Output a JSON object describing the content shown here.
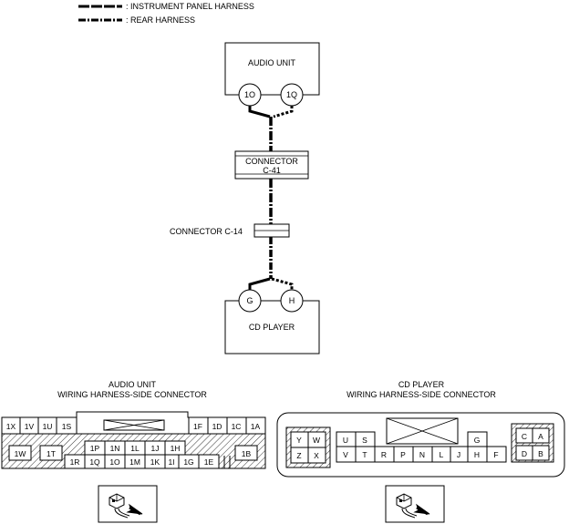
{
  "legend": {
    "instrument_panel": ": INSTRUMENT PANEL HARNESS",
    "rear": ": REAR HARNESS"
  },
  "audio_unit": {
    "label": "AUDIO UNIT",
    "terminal_left": "1O",
    "terminal_right": "1Q"
  },
  "connector_c41": {
    "line1": "CONNECTOR",
    "line2": "C-41"
  },
  "connector_c14": {
    "label": "CONNECTOR C-14"
  },
  "cd_player": {
    "label": "CD PLAYER",
    "terminal_left": "G",
    "terminal_right": "H"
  },
  "audio_connector": {
    "title1": "AUDIO UNIT",
    "title2": "WIRING HARNESS-SIDE CONNECTOR",
    "top_left": [
      "1X",
      "1V",
      "1U",
      "1S"
    ],
    "top_right": [
      "1F",
      "1D",
      "1C",
      "1A"
    ],
    "mid_center": [
      "1P",
      "1N",
      "1L",
      "1J",
      "1H"
    ],
    "left_w": "1W",
    "left_t": "1T",
    "right_b": "1B",
    "bottom_center": [
      "1R",
      "1Q",
      "1O",
      "1M",
      "1K",
      "1I",
      "1G",
      "1E"
    ]
  },
  "cd_connector": {
    "title1": "CD PLAYER",
    "title2": "WIRING HARNESS-SIDE CONNECTOR",
    "left_top": [
      "Y",
      "W"
    ],
    "left_bottom": [
      "Z",
      "X"
    ],
    "top_us": [
      "U",
      "S"
    ],
    "top_g": "G",
    "bottom_row": [
      "V",
      "T",
      "R",
      "P",
      "N",
      "L",
      "J",
      "H",
      "F"
    ],
    "right_top": [
      "C",
      "A"
    ],
    "right_bottom": [
      "D",
      "B"
    ]
  }
}
